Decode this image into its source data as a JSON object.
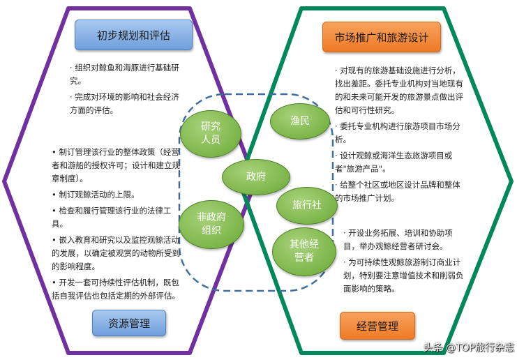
{
  "left_panel": {
    "title": "初步规划和评估",
    "top_items": [
      "· 组织对鲸鱼和海豚进行基础研究。",
      "· 完成对环境的影响和社会经济方面的评估。"
    ],
    "bottom_items": [
      "• 制订管理该行业的整体政策（经营者和游船的授权许可；设计和建立规章制度）。",
      "• 制订观鲸活动的上限。",
      "• 检查和履行管理该行业的法律工具。",
      "• 嵌入教育和研究以及监控观鲸活动的发展，以确定被观赏的动物所受到的影响程度。",
      "• 开发一套可持续性评估机制，既包括自我评估也包括定期的外部评估。"
    ],
    "footer": "资源管理",
    "color": "#7030a0"
  },
  "right_panel": {
    "title": "市场推广和旅游设计",
    "top_items": [
      "· 对现有的旅游基础设施进行分析，找出差距。委托专业机构对当地现有的和未来可能开发的旅游景点做出评估和可行性研究。",
      "· 委托专业机构进行旅游项目市场分析。",
      "· 设计观鲸或海洋生态旅游项目或者\"旅游产品\"。",
      "· 给整个社区或地区设计品牌和整体的市场推广计划。"
    ],
    "bottom_items": [
      "· 开设业务拓展、培训和协助项目，举办观鲸经营者研讨会。",
      "· 为可持续性观鲸旅游制订商业计划，特别要注意增值技术和削弱负面影响的策略。"
    ],
    "footer": "经营管理",
    "color": "#00875a"
  },
  "center": {
    "nodes": {
      "research": "研究人员",
      "fishermen": "渔民",
      "government": "政府",
      "ngo": "非政府组织",
      "travel_agency": "旅行社",
      "other_operators": "其他经营者"
    },
    "node_color": "#7cb54a",
    "dashed_color": "#3f6f9e"
  },
  "watermark": "头条 @TOP旅行杂志"
}
